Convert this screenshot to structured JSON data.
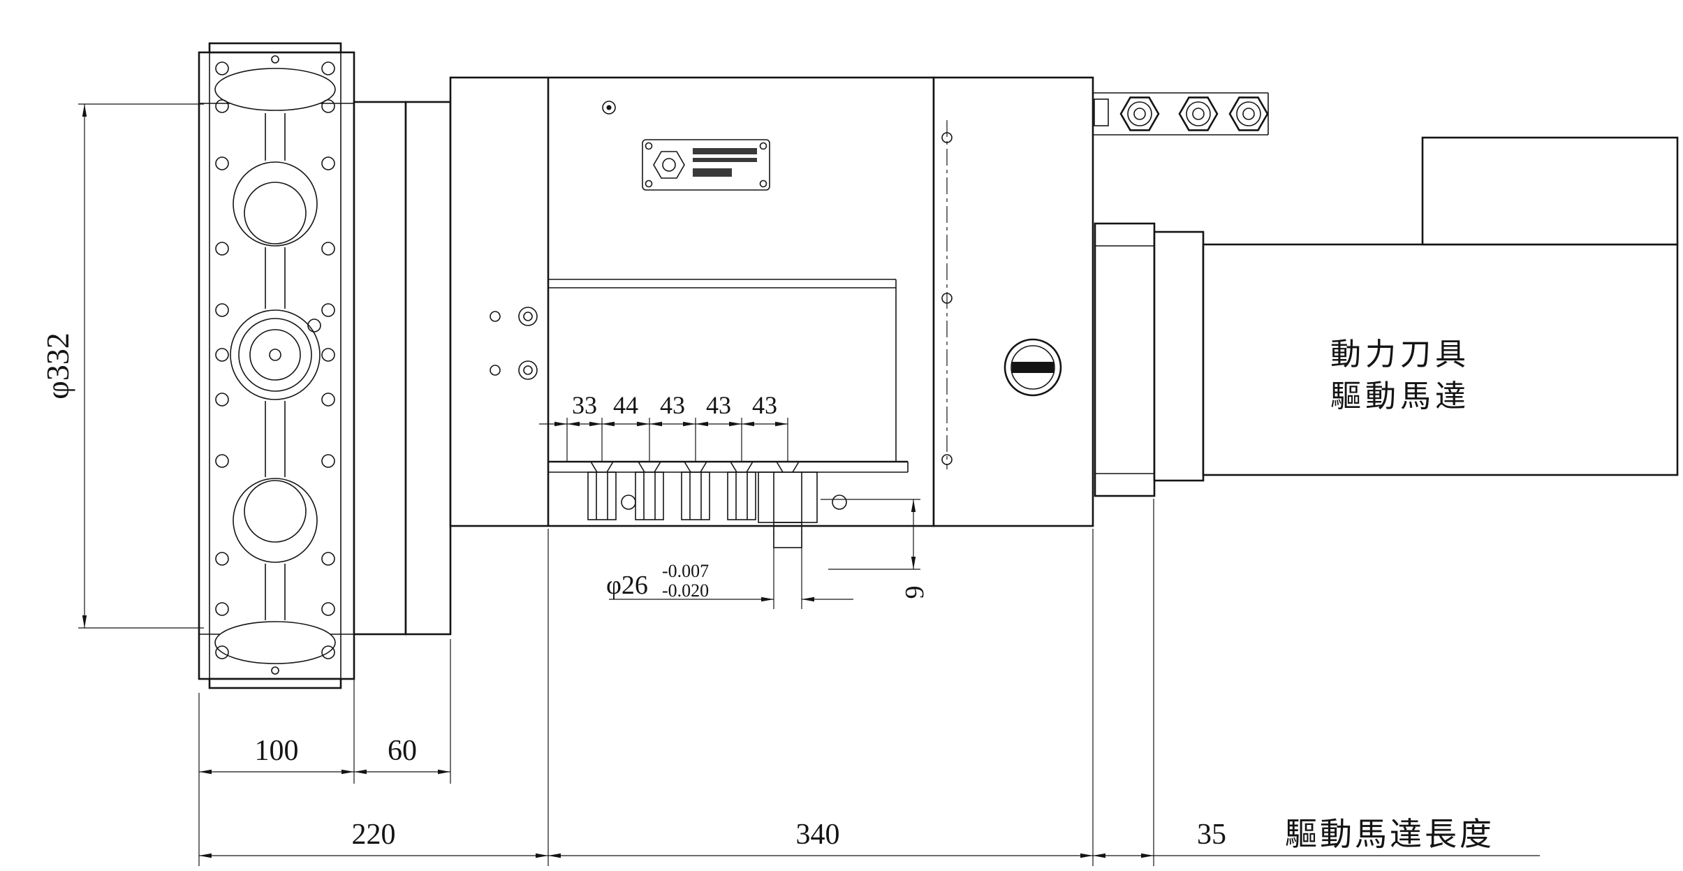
{
  "dimensions": {
    "turret_diameter": "φ332",
    "station_pitches": [
      "33",
      "44",
      "43",
      "43",
      "43"
    ],
    "bore_diameter": "φ26",
    "bore_tolerance_upper": "-0.007",
    "bore_tolerance_lower": "-0.020",
    "offset_depth": "9",
    "disc_width": "100",
    "adapter_width": "60",
    "front_length": "220",
    "body_length": "340",
    "spacer_width": "35"
  },
  "labels": {
    "motor_name_line1": "動力刀具",
    "motor_name_line2": "驅動馬達",
    "motor_length": "驅動馬達長度"
  }
}
